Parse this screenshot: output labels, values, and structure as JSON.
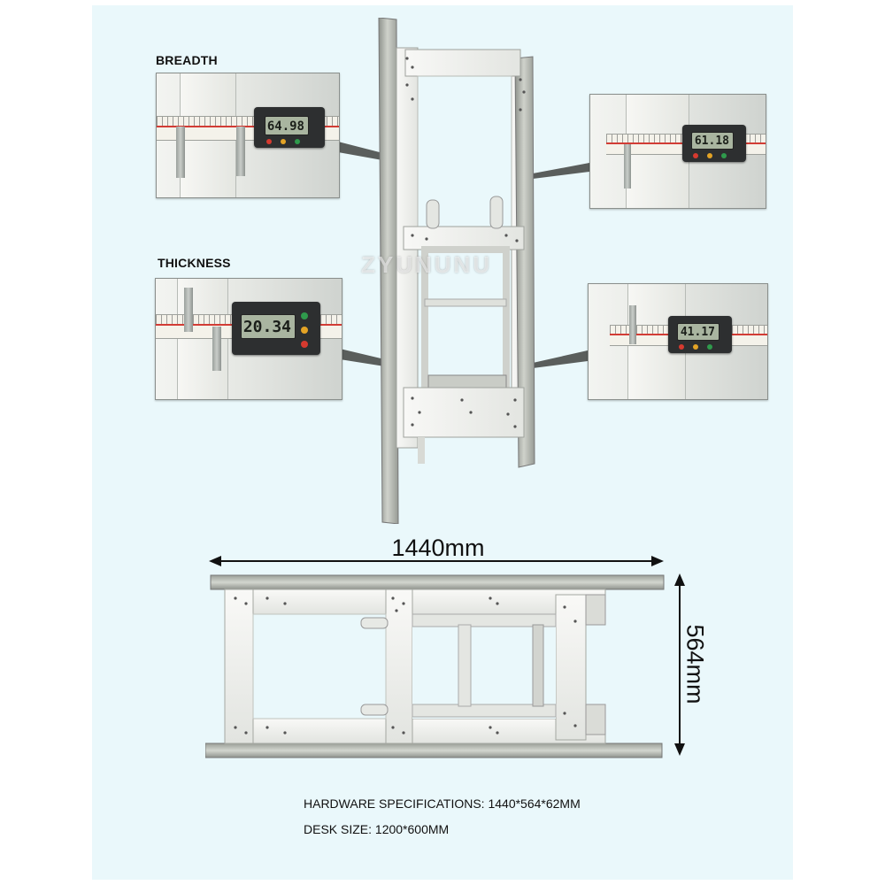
{
  "labels": {
    "breadth": "BREADTH",
    "thickness": "THICKNESS"
  },
  "measurements": {
    "breadth_reading": "64.98",
    "right_top_reading": "61.18",
    "thickness_reading": "20.34",
    "right_bottom_reading": "41.17"
  },
  "watermark": "ZYUNUNU",
  "dimensions": {
    "width": "1440mm",
    "height": "564mm"
  },
  "specs": {
    "hardware": "HARDWARE SPECIFICATIONS: 1440*564*62MM",
    "desk": "DESK SIZE: 1200*600MM"
  },
  "colors": {
    "panel_background": "#eaf8fb",
    "frame_white": "#f4f5f2",
    "rail_metal": "#b9bcb5"
  }
}
